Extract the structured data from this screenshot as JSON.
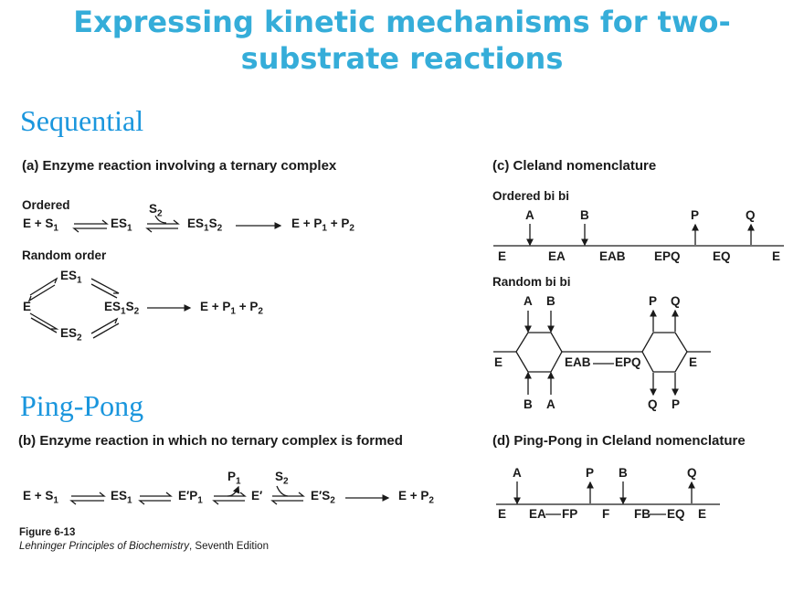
{
  "title": "Expressing kinetic mechanisms for two-substrate reactions",
  "title_line1": "Expressing kinetic mechanisms for two-",
  "title_line2": "substrate reactions",
  "colors": {
    "title": "#35ADD9",
    "section": "#1A96DD",
    "text": "#1A1A1A"
  },
  "sections": {
    "sequential": "Sequential",
    "ping_pong": "Ping-Pong"
  },
  "panel_a": {
    "heading": "(a) Enzyme reaction involving a ternary complex",
    "ordered_label": "Ordered",
    "ordered_scheme": [
      "E + S1",
      "ES1",
      "ES1S2",
      "E + P1 + P2"
    ],
    "ordered_incoming": "S2",
    "random_label": "Random order",
    "random_scheme": [
      "E",
      "ES1",
      "ES2",
      "ES1S2",
      "E + P1 + P2"
    ]
  },
  "panel_b": {
    "heading": "(b) Enzyme reaction in which no ternary complex is formed",
    "scheme": [
      "E + S1",
      "ES1",
      "E'P1",
      "E'",
      "E'S2",
      "E + P2"
    ],
    "released": "P1",
    "incoming": "S2"
  },
  "panel_c": {
    "heading": "(c) Cleland nomenclature",
    "ordered_bibi": {
      "label": "Ordered bi bi",
      "arrows": [
        {
          "name": "A",
          "dir": "in"
        },
        {
          "name": "B",
          "dir": "in"
        },
        {
          "name": "P",
          "dir": "out"
        },
        {
          "name": "Q",
          "dir": "out"
        }
      ],
      "species": [
        "E",
        "EA",
        "EAB",
        "EPQ",
        "EQ",
        "E"
      ]
    },
    "random_bibi": {
      "label": "Random bi bi",
      "top_in": [
        "A",
        "B"
      ],
      "bottom_in": [
        "B",
        "A"
      ],
      "top_out": [
        "P",
        "Q"
      ],
      "bottom_out": [
        "Q",
        "P"
      ],
      "species": [
        "E",
        "EAB",
        "EPQ",
        "E"
      ]
    }
  },
  "panel_d": {
    "heading": "(d) Ping-Pong in Cleland nomenclature",
    "arrows": [
      {
        "name": "A",
        "dir": "in"
      },
      {
        "name": "P",
        "dir": "out"
      },
      {
        "name": "B",
        "dir": "in"
      },
      {
        "name": "Q",
        "dir": "out"
      }
    ],
    "species": [
      "E",
      "EA",
      "FP",
      "F",
      "FB",
      "EQ",
      "E"
    ]
  },
  "caption": {
    "figure": "Figure 6-13",
    "source_italic": "Lehninger Principles of Biochemistry",
    "source_rest": ", Seventh Edition"
  }
}
